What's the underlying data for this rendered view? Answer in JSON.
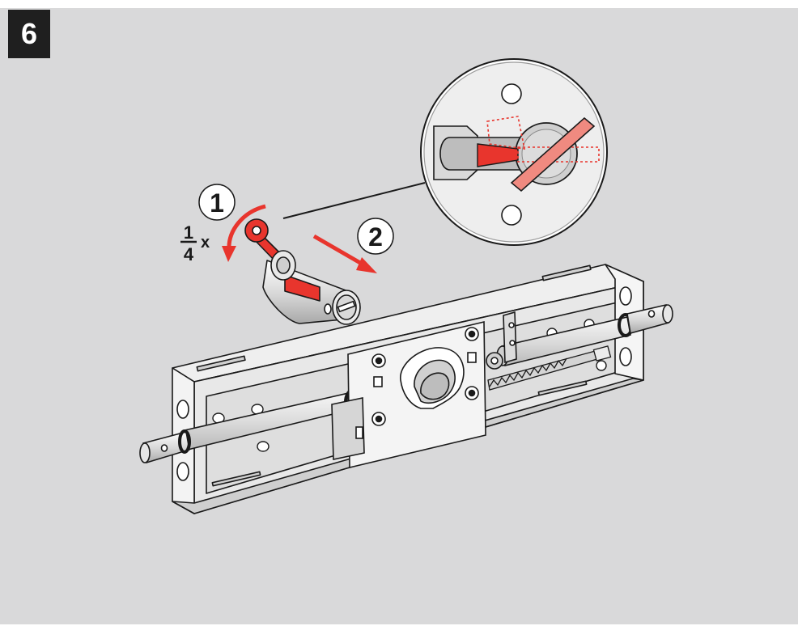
{
  "step": {
    "number": "6"
  },
  "callouts": {
    "step_one": "1",
    "step_two": "2",
    "fraction_numerator": "1",
    "fraction_denominator": "4",
    "times": "x"
  },
  "colors": {
    "background": "#d9d9da",
    "badge": "#1f1f1f",
    "accent": "#e8352d",
    "line": "#1a1a1a"
  },
  "icons": {
    "rotate_arrow": "curved-arrow-counterclockwise",
    "remove_arrow": "straight-arrow-down-right"
  }
}
